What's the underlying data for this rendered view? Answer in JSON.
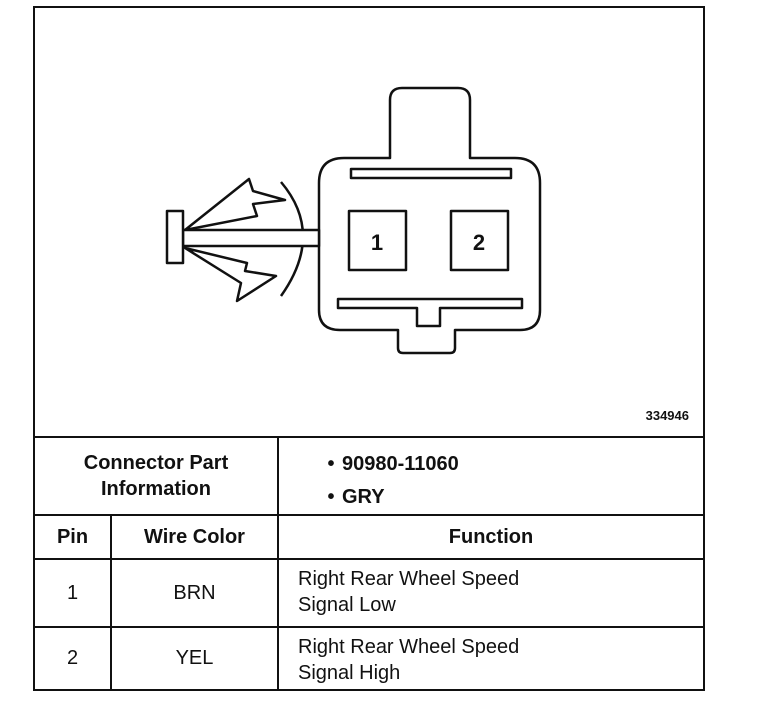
{
  "figure_number": "334946",
  "connector": {
    "cavities": [
      {
        "label": "1"
      },
      {
        "label": "2"
      }
    ]
  },
  "part_info": {
    "label": "Connector Part Information",
    "items": [
      "90980-11060",
      "GRY"
    ]
  },
  "table": {
    "headers": {
      "pin": "Pin",
      "wire_color": "Wire Color",
      "function": "Function"
    },
    "rows": [
      {
        "pin": "1",
        "wire_color": "BRN",
        "function_line1": "Right Rear Wheel Speed",
        "function_line2": "Signal Low"
      },
      {
        "pin": "2",
        "wire_color": "YEL",
        "function_line1": "Right Rear Wheel Speed",
        "function_line2": "Signal High"
      }
    ]
  }
}
